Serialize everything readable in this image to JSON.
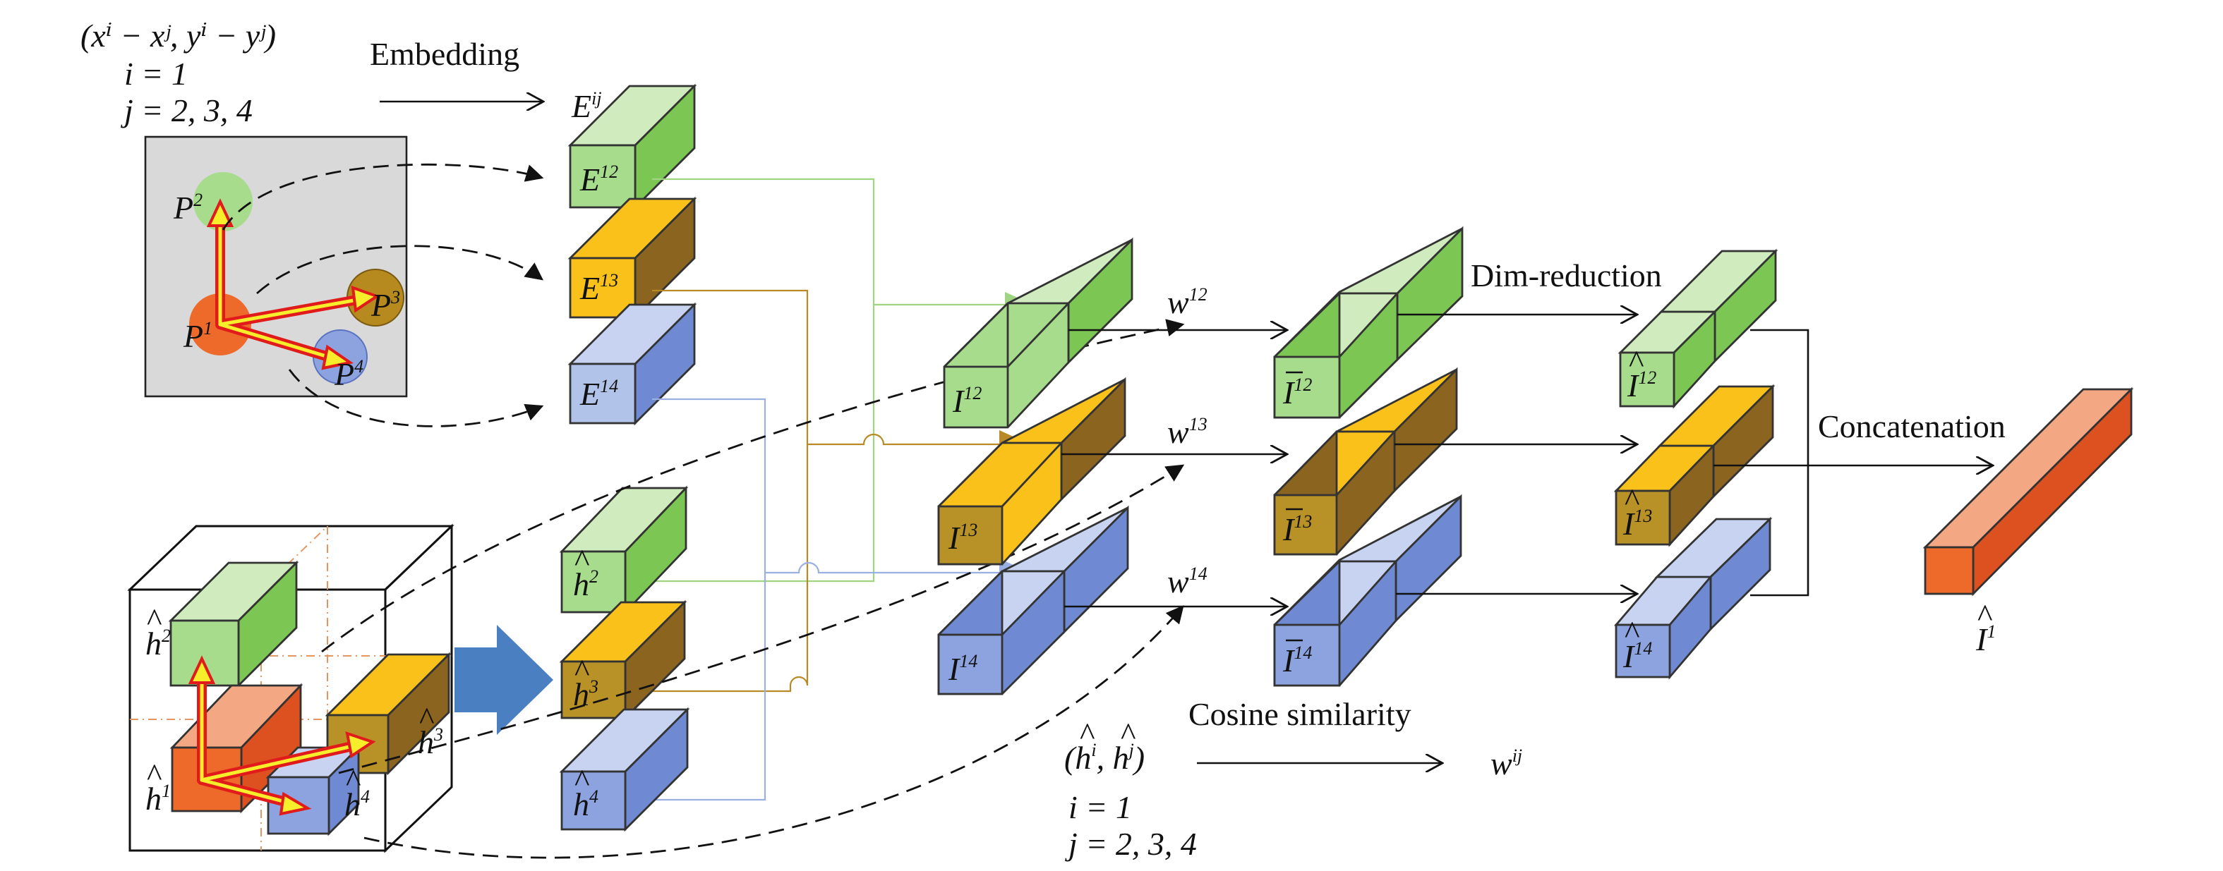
{
  "top_left": {
    "pair_formula": "(xⁱ − xʲ, yⁱ − yʲ)",
    "i_line": "i = 1",
    "j_line": "j = 2, 3, 4",
    "embedding_label": "Embedding",
    "points": [
      {
        "base": "P",
        "sup": "1"
      },
      {
        "base": "P",
        "sup": "2"
      },
      {
        "base": "P",
        "sup": "3"
      },
      {
        "base": "P",
        "sup": "4"
      }
    ]
  },
  "embeddings": {
    "header": {
      "base": "E",
      "sup": "ij"
    },
    "items": [
      {
        "base": "E",
        "sup": "12"
      },
      {
        "base": "E",
        "sup": "13"
      },
      {
        "base": "E",
        "sup": "14"
      }
    ]
  },
  "hidden": {
    "cube_labels": [
      {
        "base": "h",
        "sup": "1"
      },
      {
        "base": "h",
        "sup": "2"
      },
      {
        "base": "h",
        "sup": "3"
      },
      {
        "base": "h",
        "sup": "4"
      }
    ],
    "items": [
      {
        "base": "h",
        "sup": "2"
      },
      {
        "base": "h",
        "sup": "3"
      },
      {
        "base": "h",
        "sup": "4"
      }
    ]
  },
  "interactions": {
    "items": [
      {
        "base": "I",
        "sup": "12"
      },
      {
        "base": "I",
        "sup": "13"
      },
      {
        "base": "I",
        "sup": "14"
      }
    ],
    "weights": [
      {
        "base": "w",
        "sup": "12"
      },
      {
        "base": "w",
        "sup": "13"
      },
      {
        "base": "w",
        "sup": "14"
      }
    ]
  },
  "weighted": {
    "items": [
      {
        "base": "I",
        "sup": "12"
      },
      {
        "base": "I",
        "sup": "13"
      },
      {
        "base": "I",
        "sup": "14"
      }
    ]
  },
  "reduced": {
    "dim_reduction_label": "Dim-reduction",
    "items": [
      {
        "base": "I",
        "sup": "12"
      },
      {
        "base": "I",
        "sup": "13"
      },
      {
        "base": "I",
        "sup": "14"
      }
    ]
  },
  "output": {
    "concatenation_label": "Concatenation",
    "label": {
      "base": "I",
      "sup": "1"
    }
  },
  "cosine": {
    "label": "Cosine similarity",
    "pair": {
      "open": "(",
      "a": "h",
      "a_sup": "i",
      "sep": ", ",
      "b": "h",
      "b_sup": "j",
      "close": ")"
    },
    "result": {
      "base": "w",
      "sup": "ij"
    },
    "i_line": "i = 1",
    "j_line": "j = 2, 3, 4"
  },
  "colors": {
    "green_front": "#a6dc8c",
    "green_top": "#d0ebbd",
    "green_side": "#7cc653",
    "gold_front": "#f9c11a",
    "gold_top": "#f9c11a",
    "gold_side": "#8b6420",
    "blue_front": "#b2c3ea",
    "blue_top": "#c7d3f0",
    "blue_side": "#6f8ad2",
    "orange_front": "#ee6a2a",
    "orange_top": "#f3a783",
    "orange_side": "#dd5120",
    "big_arrow": "#4a7fc1",
    "grey_panel": "#d9d9d9",
    "arrow_red": "#e11b1b",
    "arrow_yellow": "#f6ee2a"
  }
}
